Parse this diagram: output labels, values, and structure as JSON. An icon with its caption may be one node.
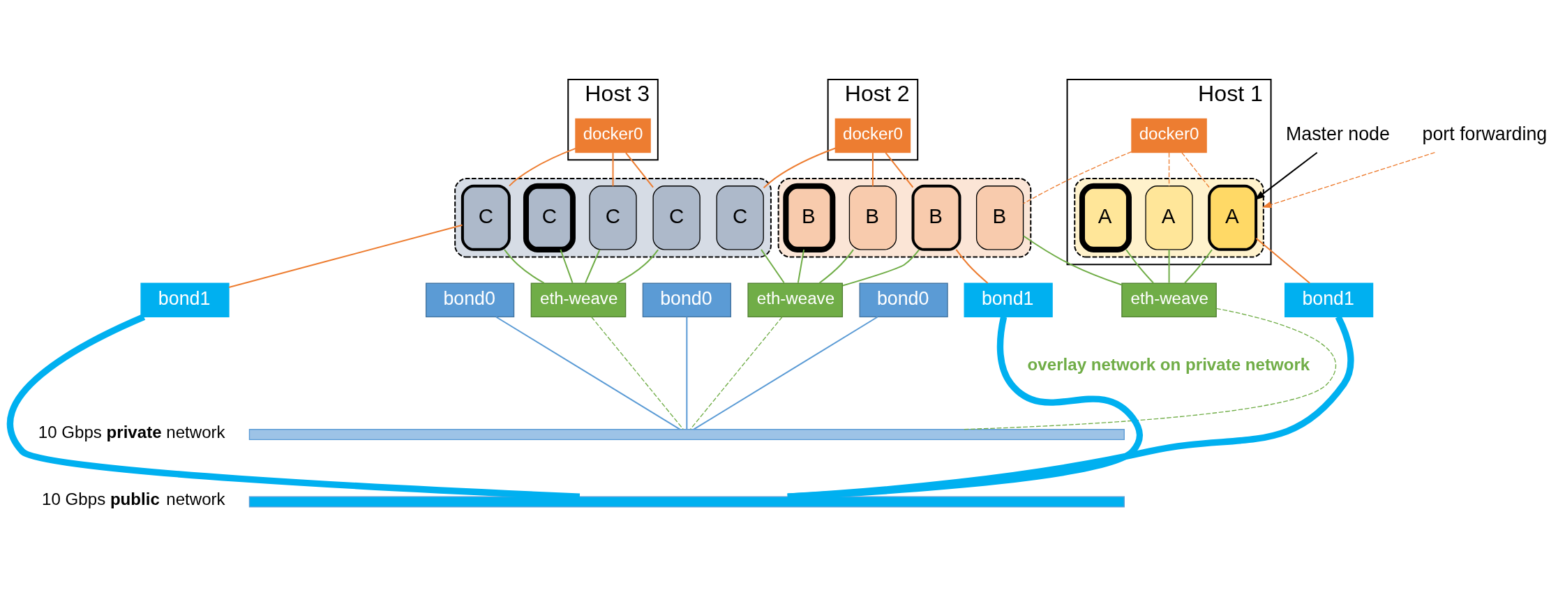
{
  "diagram": {
    "nodes": [
      {
        "text": [
          "Host 1"
        ]
      },
      {
        "text": [
          "docker0"
        ],
        "in": 0
      },
      {
        "text": [],
        "shape": "box",
        "in": 0
      },
      {
        "text": [
          "A"
        ],
        "in": 2
      },
      {
        "text": [
          "A"
        ],
        "in": 2
      },
      {
        "text": [
          "A"
        ],
        "in": 2
      },
      {
        "text": [
          "bond1"
        ]
      },
      {
        "text": [
          "bond0"
        ]
      },
      {
        "text": [
          "eth-weave"
        ]
      },
      {
        "text": [
          "Host 2"
        ]
      },
      {
        "text": [
          "docker0"
        ],
        "in": 9
      },
      {
        "text": [],
        "shape": "box"
      },
      {
        "text": [
          "B"
        ],
        "in": 11
      },
      {
        "text": [
          "B"
        ],
        "in": 11
      },
      {
        "text": [
          "B"
        ],
        "in": 11
      },
      {
        "text": [
          "B"
        ],
        "in": 11
      },
      {
        "text": [
          "bond1"
        ]
      },
      {
        "text": [
          "bond0"
        ]
      },
      {
        "text": [
          "eth-weave"
        ]
      },
      {
        "text": [
          "Host 3"
        ]
      },
      {
        "text": [
          "docker0"
        ],
        "in": 19
      },
      {
        "text": [],
        "shape": "box"
      },
      {
        "text": [
          "C"
        ],
        "in": 21
      },
      {
        "text": [
          "C"
        ],
        "in": 21
      },
      {
        "text": [
          "C"
        ],
        "in": 21
      },
      {
        "text": [
          "C"
        ],
        "in": 21
      },
      {
        "text": [
          "C"
        ],
        "in": 21
      },
      {
        "text": [
          "bond1"
        ]
      },
      {
        "text": [
          "bond0"
        ]
      },
      {
        "text": [
          "eth-weave"
        ]
      },
      {
        "text": [
          "Master node"
        ]
      },
      {
        "text": [
          "port forwarding"
        ]
      },
      {
        "text": [],
        "shape": "bar",
        "beside": [
          "10 Gbps **private** network"
        ]
      },
      {
        "text": [],
        "shape": "bar",
        "beside": [
          "10 Gbps **public** network"
        ]
      }
    ],
    "edges": [
      {
        "from": 1,
        "to": 3,
        "arrow": "none",
        "style": "dashed",
        "color": "#ed7d31"
      },
      {
        "from": 1,
        "to": 4,
        "arrow": "none",
        "style": "dashed",
        "color": "#ed7d31"
      },
      {
        "from": 1,
        "to": 12,
        "arrow": "none",
        "style": "dashed",
        "color": "#ed7d31"
      },
      {
        "from": 6,
        "to": 3,
        "arrow": "none",
        "color": "#ed7d31"
      },
      {
        "from": 3,
        "to": 8,
        "arrow": "none",
        "color": "#70ad47"
      },
      {
        "from": 4,
        "to": 8,
        "arrow": "none",
        "color": "#70ad47"
      },
      {
        "from": 5,
        "to": 8,
        "arrow": "none",
        "color": "#70ad47"
      },
      {
        "from": 12,
        "to": 8,
        "arrow": "none",
        "color": "#70ad47"
      },
      {
        "from": 10,
        "to": 13,
        "arrow": "none",
        "color": "#ed7d31"
      },
      {
        "from": 10,
        "to": 14,
        "arrow": "none",
        "color": "#ed7d31"
      },
      {
        "from": 10,
        "to": 22,
        "arrow": "none",
        "color": "#ed7d31"
      },
      {
        "from": 16,
        "to": 13,
        "arrow": "none",
        "color": "#ed7d31"
      },
      {
        "from": 13,
        "to": 18,
        "arrow": "none",
        "color": "#70ad47"
      },
      {
        "from": 14,
        "to": 18,
        "arrow": "none",
        "color": "#70ad47"
      },
      {
        "from": 15,
        "to": 18,
        "arrow": "none",
        "color": "#70ad47"
      },
      {
        "from": 22,
        "to": 18,
        "arrow": "none",
        "color": "#70ad47"
      },
      {
        "from": 20,
        "to": 23,
        "arrow": "none",
        "color": "#ed7d31"
      },
      {
        "from": 20,
        "to": 24,
        "arrow": "none",
        "color": "#ed7d31"
      },
      {
        "from": 20,
        "to": 25,
        "arrow": "none",
        "color": "#ed7d31"
      },
      {
        "from": 27,
        "to": 23,
        "arrow": "none",
        "color": "#ed7d31"
      },
      {
        "from": 23,
        "to": 29,
        "arrow": "none",
        "color": "#70ad47"
      },
      {
        "from": 24,
        "to": 29,
        "arrow": "none",
        "color": "#70ad47"
      },
      {
        "from": 25,
        "to": 29,
        "arrow": "none",
        "color": "#70ad47"
      },
      {
        "from": 26,
        "to": 29,
        "arrow": "none",
        "color": "#70ad47"
      },
      {
        "from": 30,
        "to": 3,
        "arrow": "to",
        "color": "#000000"
      },
      {
        "from": 31,
        "to": 2,
        "arrow": "to",
        "style": "dashed",
        "color": "#ed7d31"
      },
      {
        "from": 6,
        "to": 33,
        "arrow": "none",
        "style": "thick",
        "color": "#00b0f0"
      },
      {
        "from": 7,
        "to": 32,
        "arrow": "none",
        "color": "#5b9bd5"
      },
      {
        "from": 8,
        "to": 32,
        "arrow": "none",
        "style": "dashed",
        "color": "#70ad47"
      },
      {
        "from": 16,
        "to": 33,
        "arrow": "none",
        "style": "thick",
        "color": "#00b0f0"
      },
      {
        "from": 17,
        "to": 32,
        "arrow": "none",
        "color": "#5b9bd5"
      },
      {
        "from": 18,
        "to": 32,
        "arrow": "none",
        "style": "dashed",
        "color": "#70ad47"
      },
      {
        "from": 27,
        "to": 33,
        "arrow": "none",
        "style": "thick",
        "color": "#00b0f0"
      },
      {
        "from": 28,
        "to": 32,
        "arrow": "none",
        "color": "#5b9bd5"
      },
      {
        "from": 29,
        "to": 32,
        "arrow": "none",
        "style": "dashed",
        "color": "#70ad47"
      }
    ],
    "labels": [
      "overlay network on private network"
    ]
  }
}
